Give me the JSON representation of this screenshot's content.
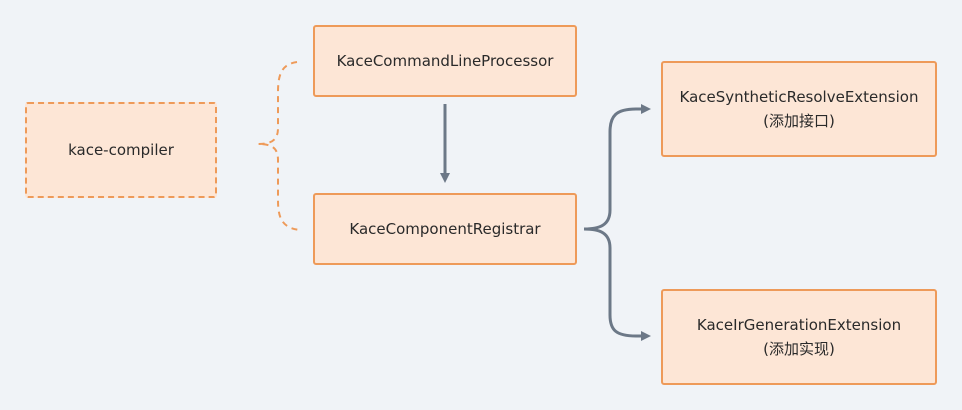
{
  "nodes": {
    "compiler": {
      "label": "kace-compiler"
    },
    "command_line_processor": {
      "label": "KaceCommandLineProcessor"
    },
    "component_registrar": {
      "label": "KaceComponentRegistrar"
    },
    "synthetic_resolve_extension": {
      "label": "KaceSyntheticResolveExtension",
      "note": "(添加接口)"
    },
    "ir_generation_extension": {
      "label": "KaceIrGenerationExtension",
      "note": "(添加实现)"
    }
  },
  "colors": {
    "background": "#f0f3f7",
    "node_fill": "#fde6d6",
    "node_border": "#ee9a59",
    "arrow": "#6c7887"
  }
}
